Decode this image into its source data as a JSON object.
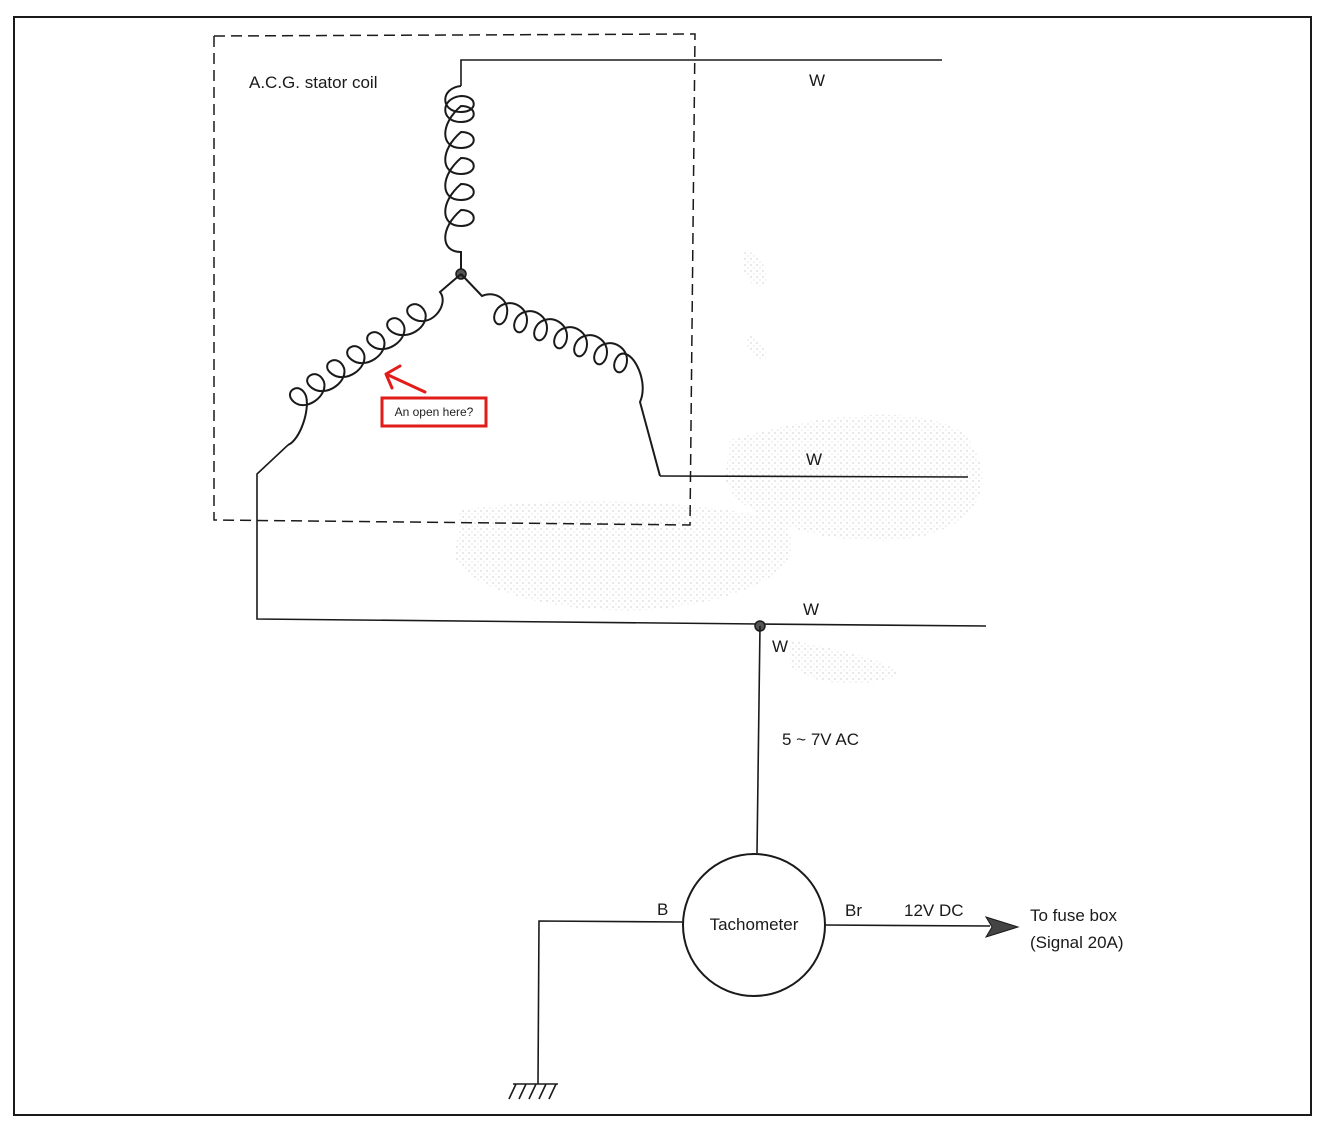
{
  "labels": {
    "stator_title": "A.C.G. stator coil",
    "wire_top": "W",
    "wire_mid": "W",
    "wire_low": "W",
    "wire_tap": "W",
    "voltage_ac": "5 ~ 7V AC",
    "tachometer": "Tachometer",
    "terminal_b": "B",
    "terminal_br": "Br",
    "voltage_dc": "12V DC",
    "to_fuse_box": "To fuse box",
    "signal": "(Signal 20A)"
  },
  "annotation": {
    "text": "An open here?",
    "color": "#e21b1b"
  },
  "colors": {
    "line": "#1a1a1a",
    "background": "#ffffff",
    "highlight": "#e21b1b"
  }
}
